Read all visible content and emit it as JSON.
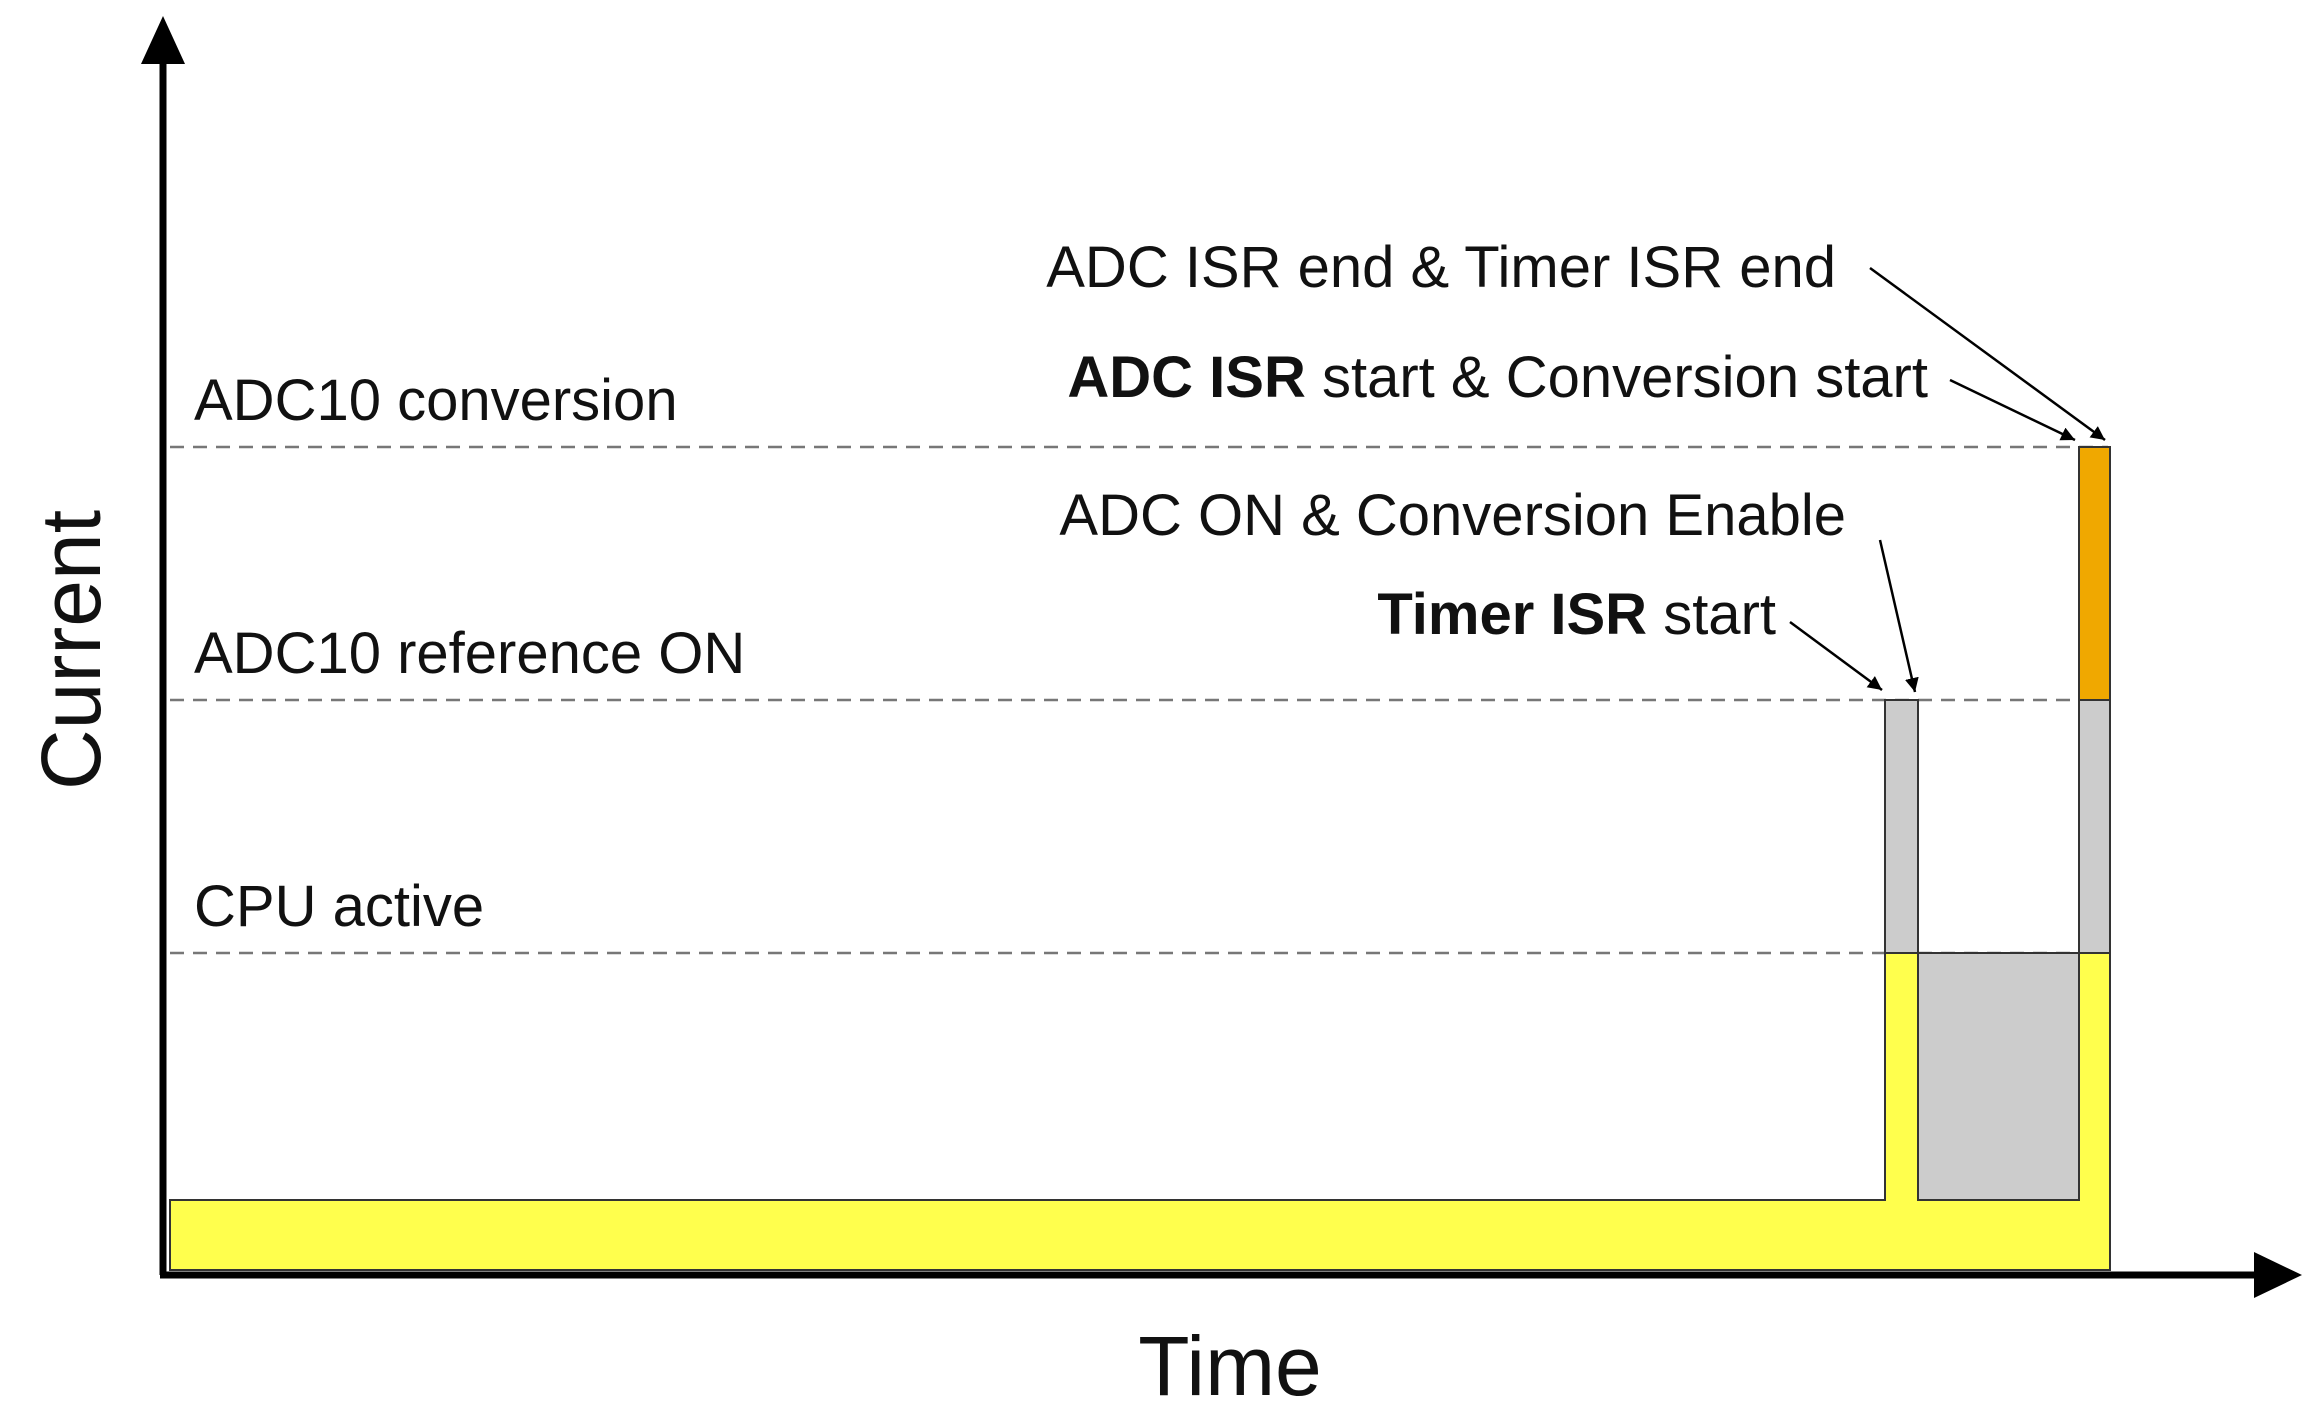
{
  "axes": {
    "x_label": "Time",
    "y_label": "Current"
  },
  "levels": {
    "adc_conversion": "ADC10 conversion",
    "reference_on": "ADC10 reference ON",
    "cpu_active": "CPU active"
  },
  "annotations": {
    "isr_end": "ADC ISR end & Timer ISR end",
    "adc_isr_start_bold": "ADC ISR",
    "adc_isr_start_rest": " start & Conversion start",
    "adc_on": "ADC ON & Conversion Enable",
    "timer_isr_bold": "Timer ISR",
    "timer_isr_rest": " start"
  },
  "colors": {
    "baseline_yellow": "#ffff4d",
    "reference_gray": "#cccccc",
    "conversion_orange": "#f0a800",
    "axis": "#000000",
    "guide": "#777777"
  }
}
